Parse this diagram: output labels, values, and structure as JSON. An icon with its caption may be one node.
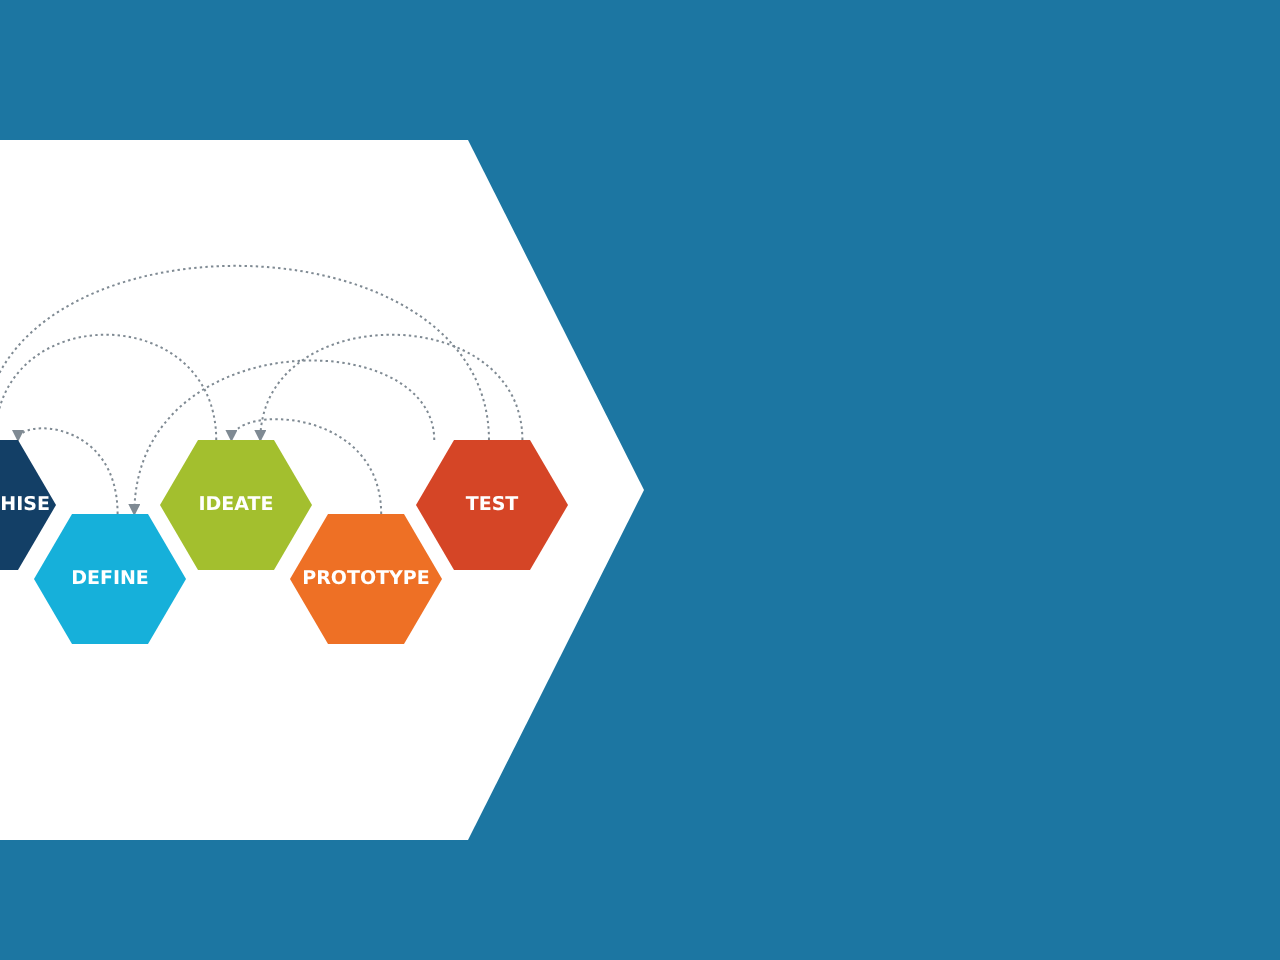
{
  "diagram": {
    "nodes": [
      {
        "text": [
          "HISE"
        ]
      },
      {
        "text": [
          "DEFINE"
        ]
      },
      {
        "text": [
          "IDEATE"
        ]
      },
      {
        "text": [
          "PROTOTYPE"
        ]
      },
      {
        "text": [
          "TEST"
        ]
      }
    ],
    "edges": [
      {
        "from": 1,
        "to": 0,
        "arrow": "to",
        "style": "dashed"
      },
      {
        "from": 2,
        "to": 0,
        "arrow": "none",
        "style": "dashed"
      },
      {
        "from": 4,
        "to": 0,
        "arrow": "none",
        "style": "dashed"
      },
      {
        "from": 4,
        "to": 1,
        "arrow": "to",
        "style": "dashed"
      },
      {
        "from": 4,
        "to": 2,
        "arrow": "to",
        "style": "dashed"
      },
      {
        "from": 3,
        "to": 2,
        "arrow": "to",
        "style": "dashed"
      }
    ]
  }
}
